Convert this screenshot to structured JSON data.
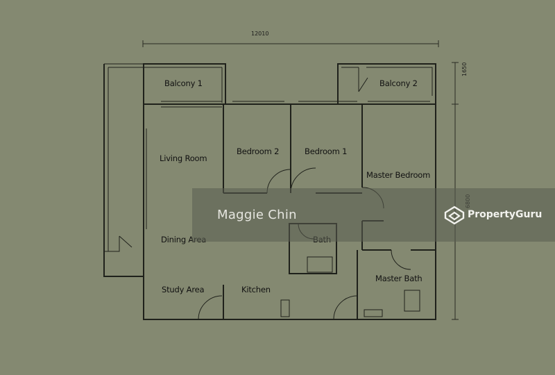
{
  "dimensions": {
    "top": "12010",
    "right_upper": "1650",
    "right_lower": "6800"
  },
  "rooms": {
    "balcony_1": "Balcony 1",
    "balcony_2": "Balcony 2",
    "living_room": "Living Room",
    "bedroom_2": "Bedroom 2",
    "bedroom_1": "Bedroom 1",
    "master_bedroom": "Master Bedroom",
    "dining_area": "Dining Area",
    "bath": "Bath",
    "study_area": "Study Area",
    "kitchen": "Kitchen",
    "master_bath": "Master Bath"
  },
  "watermark": {
    "agent_name": "Maggie Chin",
    "brand": "PropertyGuru",
    "logo_icon": "propertyguru-logo-icon"
  },
  "colors": {
    "background": "#848971",
    "walls": "#1f211b"
  }
}
